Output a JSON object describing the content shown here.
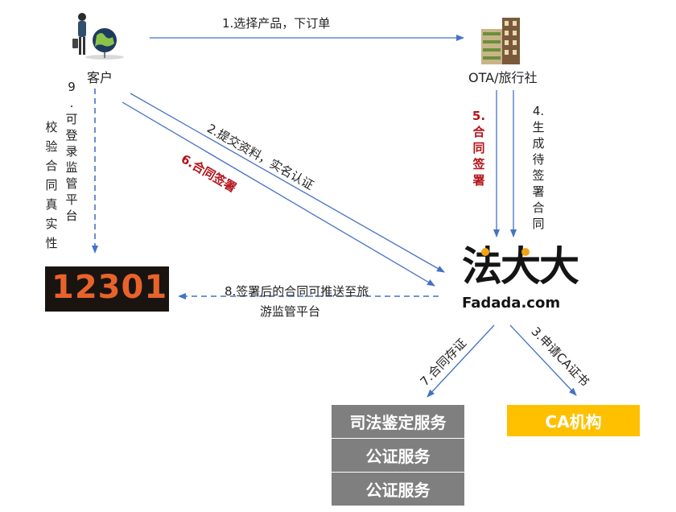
{
  "nodes": {
    "customer": "客户",
    "ota": "OTA/旅行社",
    "platform_cn": "法大大",
    "platform_en": "Fadada.com",
    "gov": "12301",
    "judicial": "司法鉴定服务",
    "notary1": "公证服务",
    "notary2": "公证服务",
    "ca": "CA机构"
  },
  "edges": {
    "e1": "1.选择产品，下订单",
    "e2": "2.提交资料，实名认证",
    "e3": "3.申请CA证书",
    "e4_num": "4.",
    "e4_chars": [
      "生",
      "成",
      "待",
      "签",
      "署",
      "合",
      "同"
    ],
    "e5_num": "5.",
    "e5_chars": [
      "合",
      "同",
      "签",
      "署"
    ],
    "e6": "6.合同签署",
    "e7": "7.合同存证",
    "e8_line1": "8.签署后的合同可推送至旅",
    "e8_line2": "游监管平台",
    "e9_num": "9",
    "e9_dot": ".",
    "e9_col1": [
      "可",
      "登",
      "录",
      "监",
      "管",
      "平",
      "台"
    ],
    "e9_col2": [
      "校",
      "验",
      "合",
      "同",
      "真",
      "实",
      "性"
    ]
  },
  "colors": {
    "arrow": "#4472c4",
    "red_label": "#b3141b",
    "gray_box": "#7f7f7f",
    "ca_box": "#ffc000",
    "brand_accent": "#f2a316",
    "gov_bg": "#1a1410",
    "gov_text": "#e8632b"
  }
}
